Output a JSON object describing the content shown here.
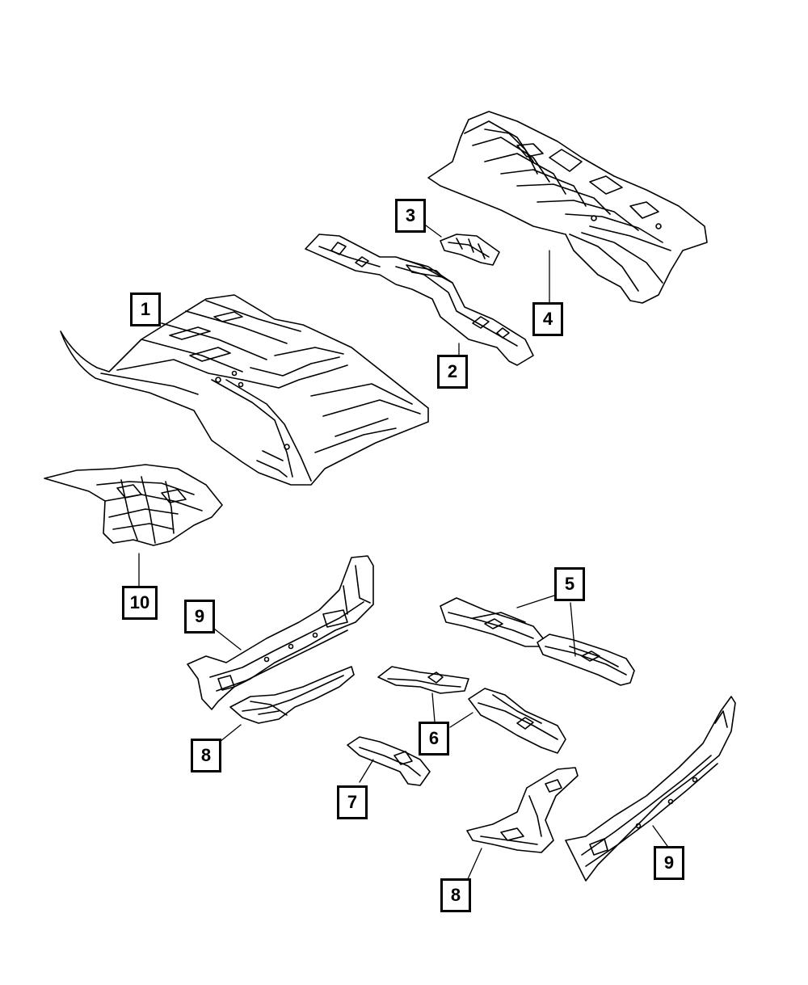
{
  "callouts": [
    {
      "id": "c1",
      "label": "1"
    },
    {
      "id": "c2",
      "label": "2"
    },
    {
      "id": "c3",
      "label": "3"
    },
    {
      "id": "c4",
      "label": "4"
    },
    {
      "id": "c5",
      "label": "5"
    },
    {
      "id": "c6",
      "label": "6"
    },
    {
      "id": "c7",
      "label": "7"
    },
    {
      "id": "c8a",
      "label": "8"
    },
    {
      "id": "c8b",
      "label": "8"
    },
    {
      "id": "c9a",
      "label": "9"
    },
    {
      "id": "c9b",
      "label": "9"
    },
    {
      "id": "c10",
      "label": "10"
    }
  ]
}
